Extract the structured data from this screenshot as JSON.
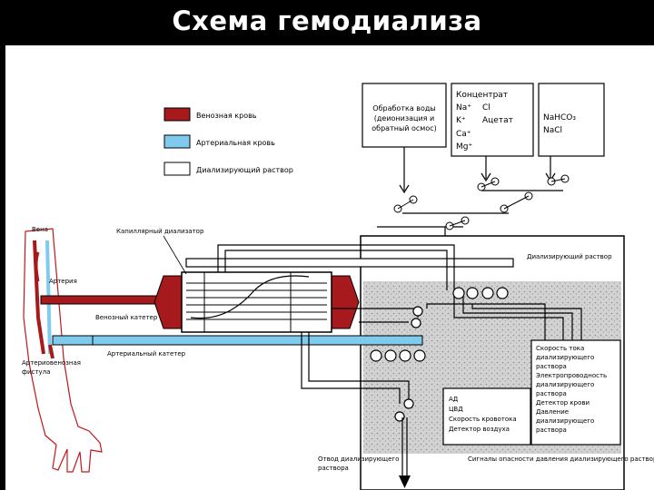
{
  "title": "Схема гемодиализа",
  "colors": {
    "venous": "#a6191c",
    "arterial": "#7fcbee",
    "dialysate": "#ffffff",
    "background_fill": "#d2d2d2",
    "title_bar": "#000000"
  },
  "legend": [
    {
      "key": "venous",
      "label": "Венозная кровь"
    },
    {
      "key": "arterial",
      "label": "Артериальная кровь"
    },
    {
      "key": "dialysate",
      "label": "Диализирующий раствор"
    }
  ],
  "water_box": [
    "Обработка воды",
    "(деионизация и",
    "обратный осмос)"
  ],
  "concentrate_box": {
    "header": "Концентрат",
    "left": [
      "Na⁺",
      "K⁺",
      "Ca⁺",
      "Mg⁺"
    ],
    "right": [
      "Cl",
      "Ацетат"
    ]
  },
  "bicarb_box": [
    "NaHCO₃",
    "NaCl"
  ],
  "labels": {
    "vein": "Вена",
    "artery": "Артерия",
    "fistula": [
      "Артериовенозная",
      "фистула"
    ],
    "dialyzer": "Капиллярный диализатор",
    "venous_catheter": "Венозный катетер",
    "arterial_catheter": "Артериальный катетер",
    "dialysate_line": "Диализирующий раствор",
    "drain": [
      "Отвод диализирующего",
      "раствора"
    ],
    "pressure": "Сигналы опасности давления диализирующего раствора"
  },
  "left_monitor": [
    "АД",
    "ЦВД",
    "Скорость кровотока",
    "Детектор воздуха"
  ],
  "right_monitor": [
    "Скорость тока",
    "диализирующего",
    "раствора",
    "Электропроводность",
    "диализирующего",
    "раствора",
    "Детектор крови",
    "Давление",
    "диализирующего",
    "раствора"
  ]
}
